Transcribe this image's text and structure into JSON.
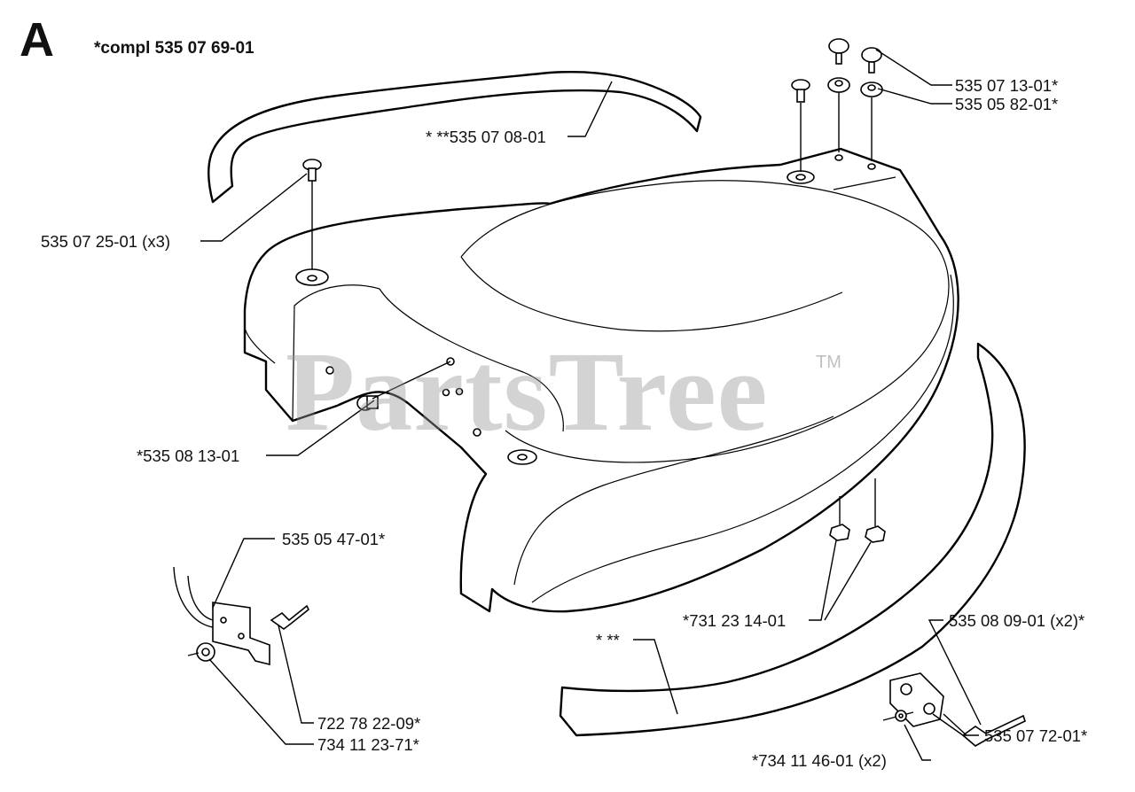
{
  "section_letter": "A",
  "assembly_label": "*compl 535 07 69-01",
  "watermark": "PartsTree",
  "trademark": "TM",
  "part_labels": {
    "p1": "535 07 13-01*",
    "p2": "535 05 82-01*",
    "p3": "* **535 07 08-01",
    "p4": "535 07 25-01 (x3)",
    "p5": "*535 08 13-01",
    "p6": "535 05 47-01*",
    "p7": "*731 23 14-01",
    "p8": "535 08 09-01 (x2)*",
    "p9": "* **",
    "p10": "722 78 22-09*",
    "p11": "734 11 23-71*",
    "p12": "535 07 72-01*",
    "p13": "*734 11 46-01 (x2)"
  }
}
